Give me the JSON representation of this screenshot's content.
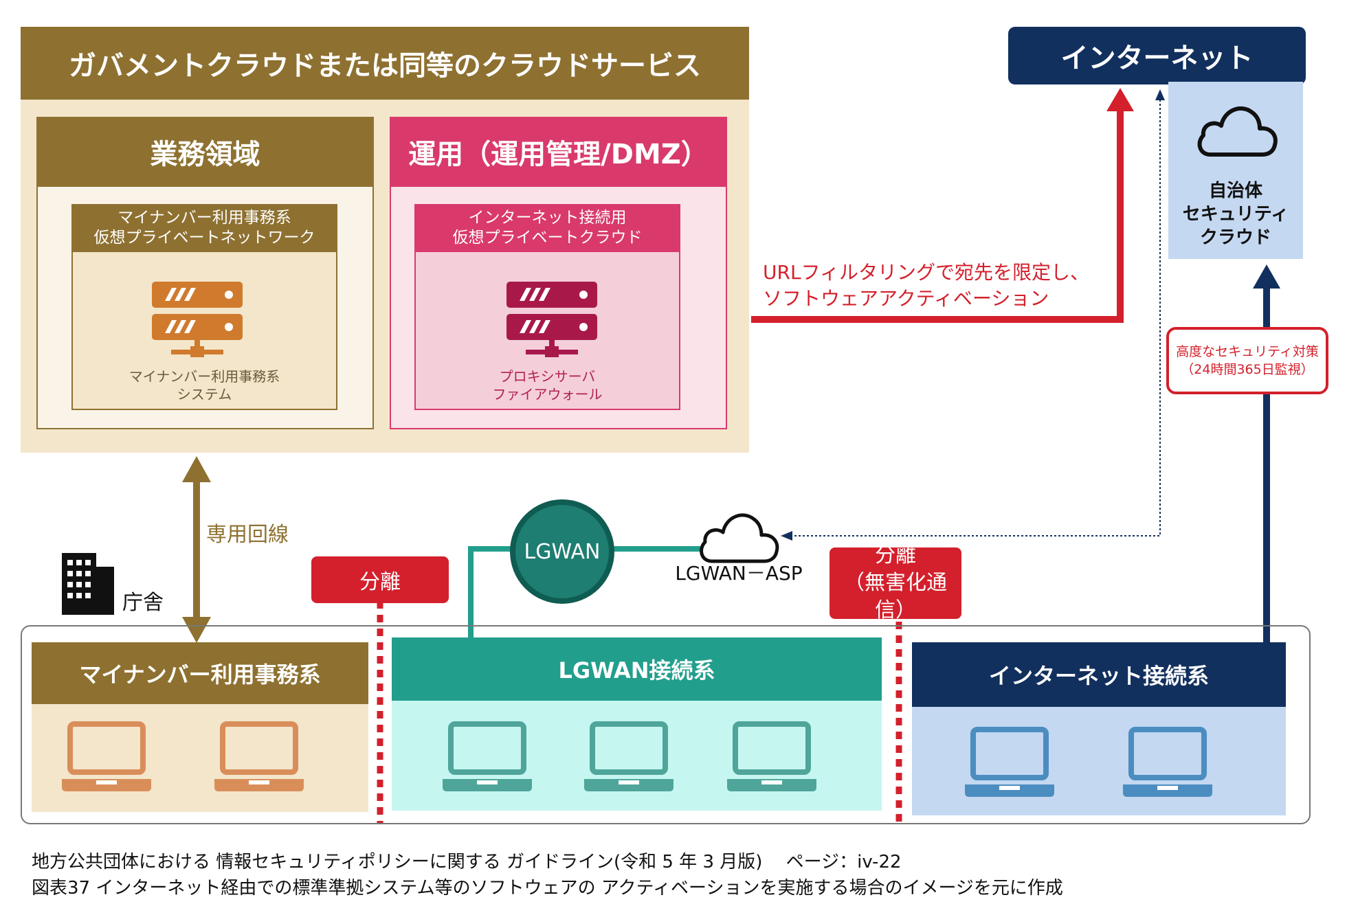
{
  "colors": {
    "gold": "#8e7131",
    "gold_light": "#f3e6cb",
    "gold_pale": "#faf4e8",
    "server_orange": "#d07a2d",
    "laptop_orange": "#d98e5a",
    "pink": "#d93a6b",
    "pink_light": "#fbe3ea",
    "pink_mid": "#f4cfda",
    "server_crimson": "#a8194a",
    "navy": "#12305e",
    "cloud_blue": "#c4d8f1",
    "teal": "#229e8c",
    "teal_light": "#c6f6f0",
    "laptop_teal": "#4fa59a",
    "laptop_blue": "#4b8dc0",
    "red": "#d3202c"
  },
  "gov_cloud": {
    "title": "ガバメントクラウドまたは同等のクラウドサービス"
  },
  "business": {
    "title": "業務領域",
    "network_label_line1": "マイナンバー利用事務系",
    "network_label_line2": "仮想プライベートネットワーク",
    "server_icon": "server-icon",
    "system_label_line1": "マイナンバー利用事務系",
    "system_label_line2": "システム"
  },
  "operation": {
    "title": "運用（運用管理/DMZ）",
    "cloud_label_line1": "インターネット接続用",
    "cloud_label_line2": "仮想プライベートクラウド",
    "server_icon": "server-icon",
    "system_label_line1": "プロキシサーバ",
    "system_label_line2": "ファイアウォール"
  },
  "internet": {
    "title": "インターネット"
  },
  "security_cloud": {
    "icon": "cloud-icon",
    "label_line1": "自治体",
    "label_line2": "セキュリティ",
    "label_line3": "クラウド"
  },
  "url_filter_note": {
    "line1": "URLフィルタリングで宛先を限定し、",
    "line2": "ソフトウェアアクティベーション"
  },
  "security_measure": {
    "line1": "高度なセキュリティ対策",
    "line2": "（24時間365日監視）"
  },
  "dedicated_line": "専用回線",
  "office": {
    "icon": "building-icon",
    "label": "庁舎"
  },
  "lgwan_node": "LGWAN",
  "lgwan_asp": {
    "icon": "cloud-icon",
    "label": "LGWAN－ASP"
  },
  "separation_1": "分離",
  "separation_2_line1": "分離",
  "separation_2_line2": "（無害化通信）",
  "zones": {
    "mynumber": {
      "title": "マイナンバー利用事務系",
      "laptops": 2
    },
    "lgwan": {
      "title": "LGWAN接続系",
      "laptops": 3
    },
    "internet": {
      "title": "インターネット接続系",
      "laptops": 2
    }
  },
  "footer": {
    "line1": "地方公共団体における 情報セキュリティポリシーに関する ガイドライン(令和 5 年 3 月版)　 ページ：iv-22",
    "line2": "図表37 インターネット経由での標準準拠システム等のソフトウェアの アクティベーションを実施する場合のイメージを元に作成"
  }
}
